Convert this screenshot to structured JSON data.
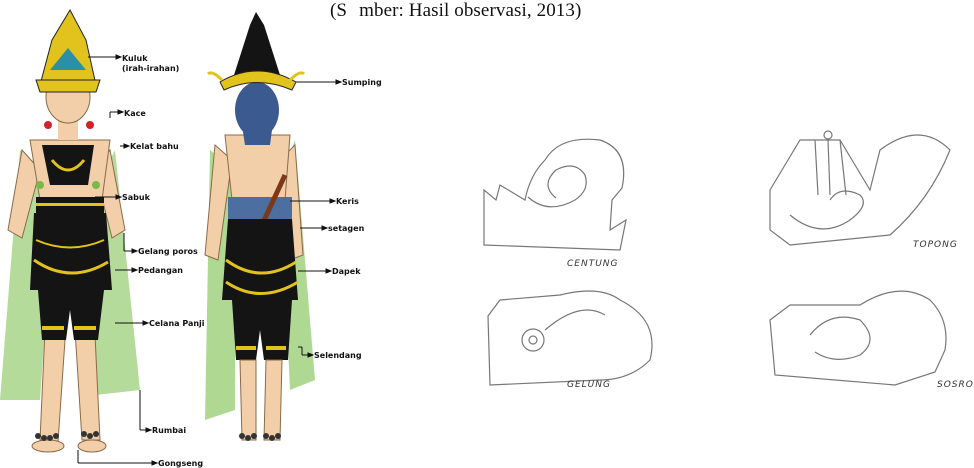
{
  "caption": {
    "prefix": "(S",
    "rest": "mber: Hasil observasi, 2013)"
  },
  "front_labels": {
    "kuluk": "Kuluk",
    "irah": "(irah-irahan)",
    "kace": "Kace",
    "kelat": "Kelat bahu",
    "sabuk": "Sabuk",
    "gelang": "Gelang poros",
    "pedangan": "Pedangan",
    "celana": "Celana Panji",
    "rumbai": "Rumbai",
    "gongseng": "Gongseng"
  },
  "back_labels": {
    "sumping": "Sumping",
    "keris": "Keris",
    "setagen": "setagen",
    "dapek": "Dapek",
    "selendang": "Selendang"
  },
  "sketch_labels": {
    "centung": "CENTUNG",
    "topong": "TOPONG",
    "gelung": "GELUNG",
    "sosro": "SOSRO"
  },
  "colors": {
    "black": "#141414",
    "gold": "#e2c21c",
    "red": "#d2232a",
    "green": "#79b84a",
    "skin": "#f2cfa8",
    "hair": "#3b5a8f"
  }
}
